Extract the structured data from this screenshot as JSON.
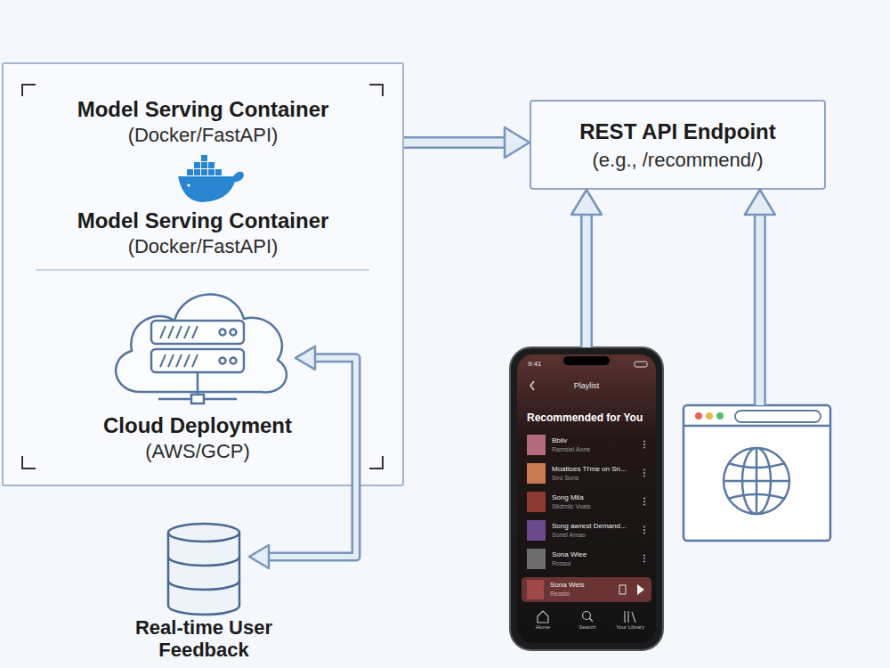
{
  "diagram": {
    "nodes": [
      {
        "text": [
          "Model Serving Container",
          "(Docker/FastAPI)",
          "Model Serving Container",
          "(Docker/FastAPI)"
        ]
      },
      {
        "text": [
          "Cloud Deployment",
          "(AWS/GCP)"
        ],
        "in": 0
      },
      {
        "text": [
          "REST API Endpoint",
          "(e.g., /recommend/)"
        ]
      },
      {
        "text": [
          "9:41",
          "Playlist",
          "Recommended for You",
          "Bbiiv",
          "Ramsiel Aone",
          "Moatloes Tl'me on Sn...",
          "Siro Sons",
          "Song Mila",
          "Stidmlic Voais",
          "Song awrest Demand...",
          "Sonel Amao",
          "Sona Wiee",
          "Rossui",
          "Sona Weis",
          "Reasbi",
          "Home",
          "Search",
          "Your Library"
        ]
      },
      {
        "text": []
      },
      {
        "text": [
          "Real-time User Feedback"
        ]
      }
    ],
    "edges": [
      {
        "from": 0,
        "to": 2,
        "arrow": "to"
      },
      {
        "from": 3,
        "to": 2,
        "arrow": "to"
      },
      {
        "from": 4,
        "to": 2,
        "arrow": "to"
      },
      {
        "from": 5,
        "to": 1,
        "arrow": "both"
      }
    ]
  }
}
